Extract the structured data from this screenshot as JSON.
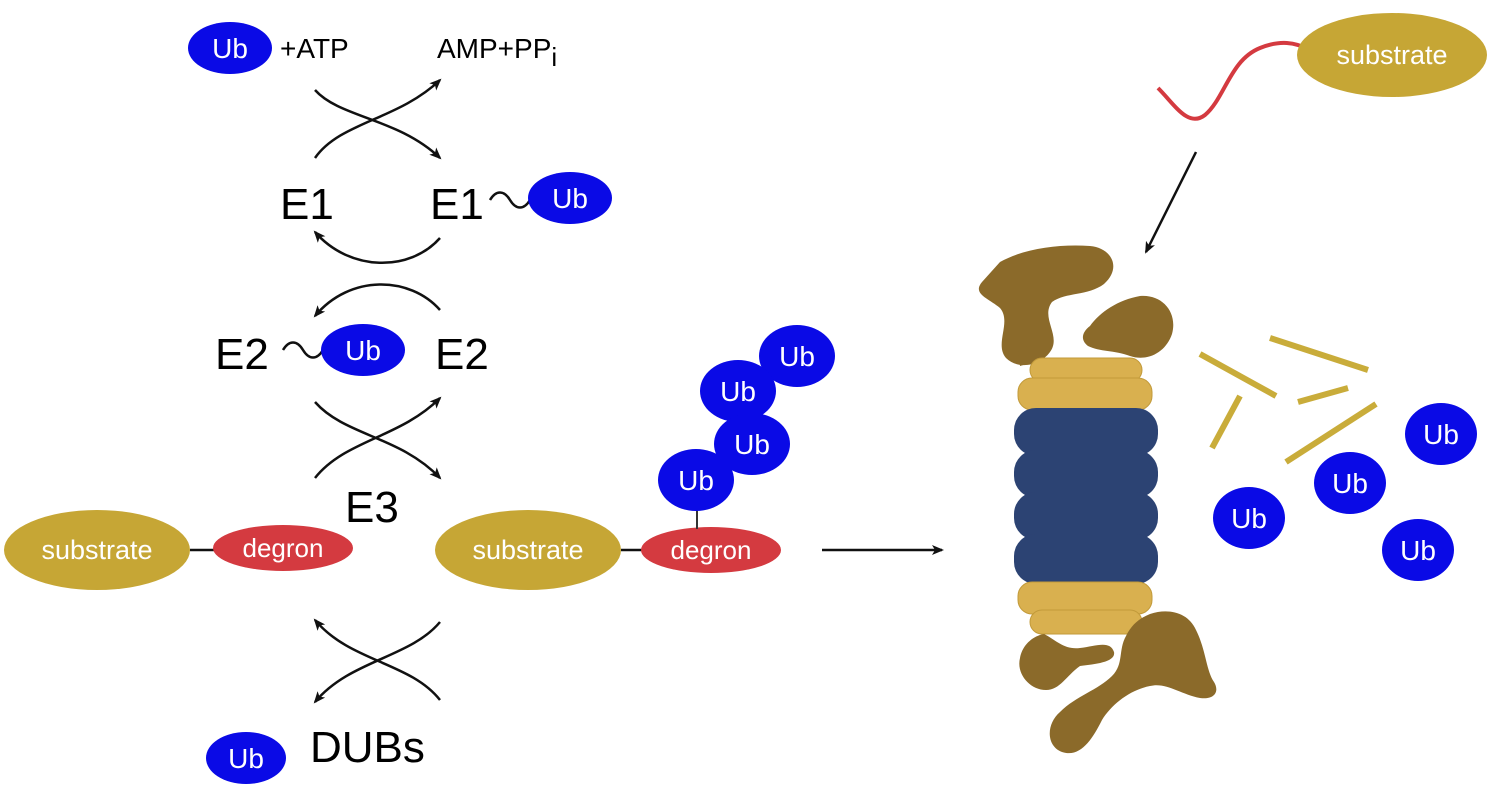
{
  "labels": {
    "ub": "Ub",
    "plus_atp": "+ATP",
    "amp_ppi": "AMP+PP",
    "ppi_sub": "i",
    "e1": "E1",
    "e2": "E2",
    "e3": "E3",
    "dubs": "DUBs",
    "substrate": "substrate",
    "degron": "degron"
  },
  "colors": {
    "ubiquitin": "#0a0ae6",
    "substrate": "#c6a635",
    "degron": "#d43a40",
    "proteasome_core": "#2c4373",
    "proteasome_ring": "#d9b04f",
    "proteasome_cap": "#8b6a2a",
    "peptide_fragment": "#c9ac3a",
    "unfolded_chain": "#d43a40",
    "arrow": "#111111"
  }
}
